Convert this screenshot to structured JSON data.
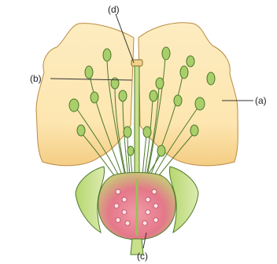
{
  "diagram": {
    "labels": {
      "a": "(a)",
      "b": "(b)",
      "c": "(c)",
      "d": "(d)"
    }
  },
  "colors": {
    "petal_fill": "#fde6b0",
    "petal_edge": "#e7b45e",
    "petal_stroke": "#b98b40",
    "stamen_green": "#a9cf6a",
    "stamen_stroke": "#4e7a2d",
    "sepal_green": "#c9e08a",
    "ovary_pink": "#e4788a",
    "ovule_dot": "#ffe3e8",
    "label_text": "#222222",
    "leader_line": "#333333"
  }
}
